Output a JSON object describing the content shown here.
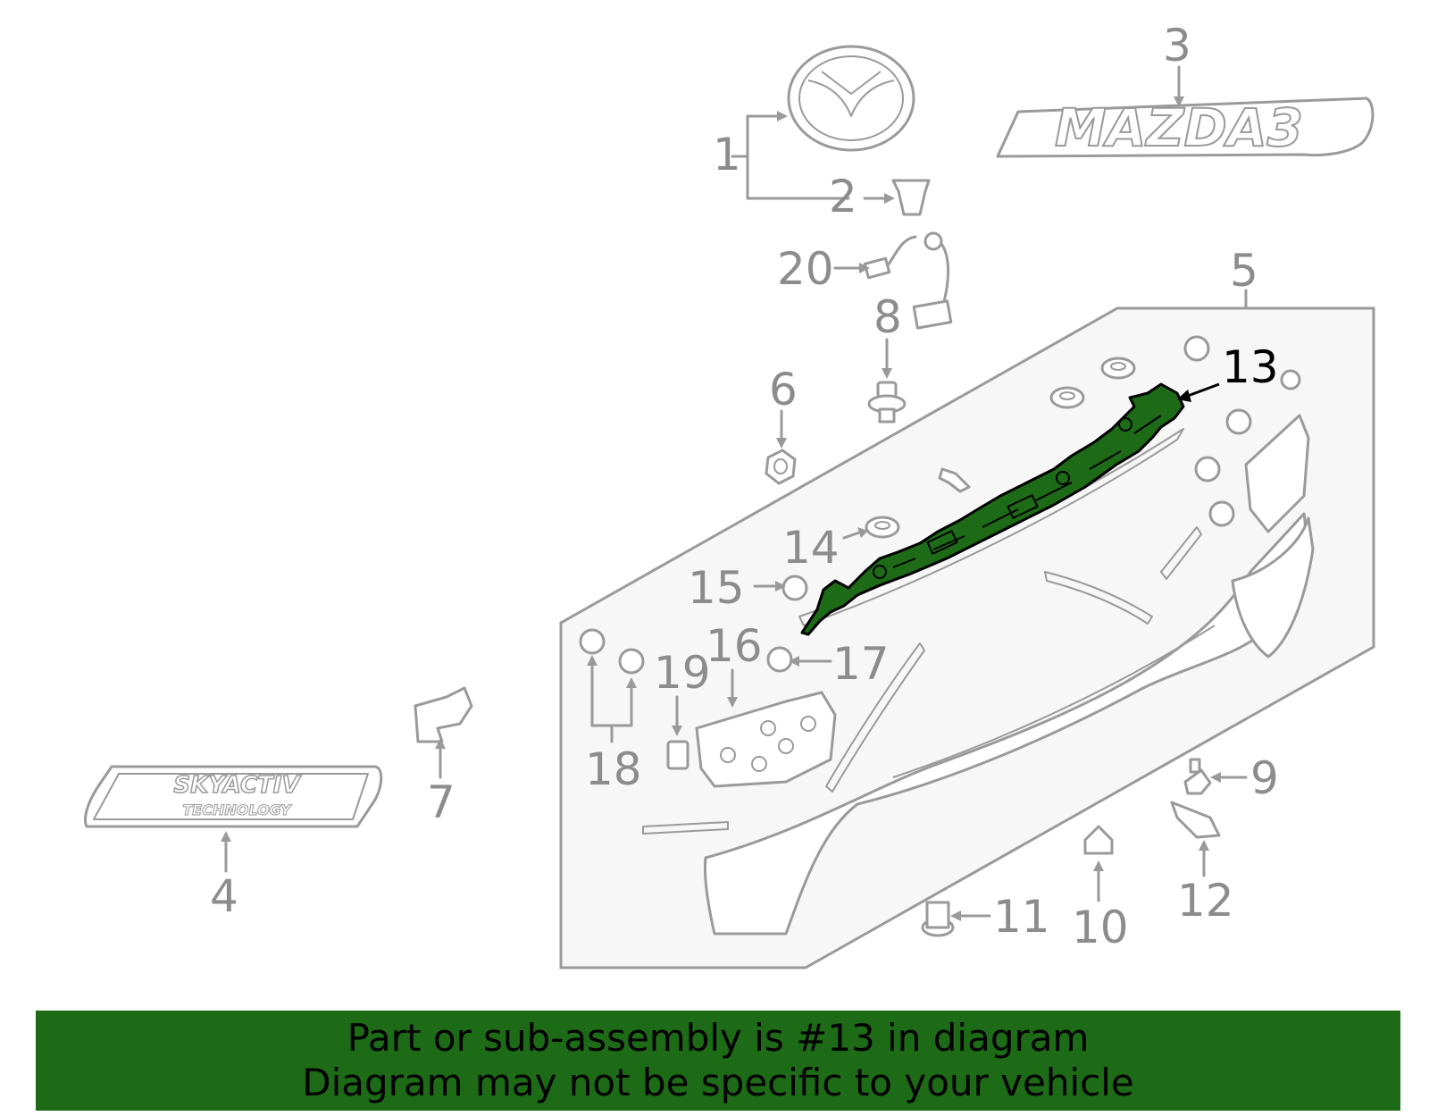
{
  "callouts": {
    "c1": "1",
    "c2": "2",
    "c3": "3",
    "c4": "4",
    "c5": "5",
    "c6": "6",
    "c7": "7",
    "c8": "8",
    "c9": "9",
    "c10": "10",
    "c11": "11",
    "c12": "12",
    "c13": "13",
    "c14": "14",
    "c15": "15",
    "c16": "16",
    "c17": "17",
    "c18": "18",
    "c19": "19",
    "c20": "20"
  },
  "highlight": {
    "callout": "13",
    "color": "#1d6b16"
  },
  "badges": {
    "mazda3": "MAZDA3",
    "skyactiv": "SKYACTIV",
    "technology": "TECHNOLOGY"
  },
  "footer": {
    "line1": "Part or sub-assembly is #13 in diagram",
    "line2": "Diagram may not be specific to your vehicle",
    "background": "#1d6b16"
  }
}
